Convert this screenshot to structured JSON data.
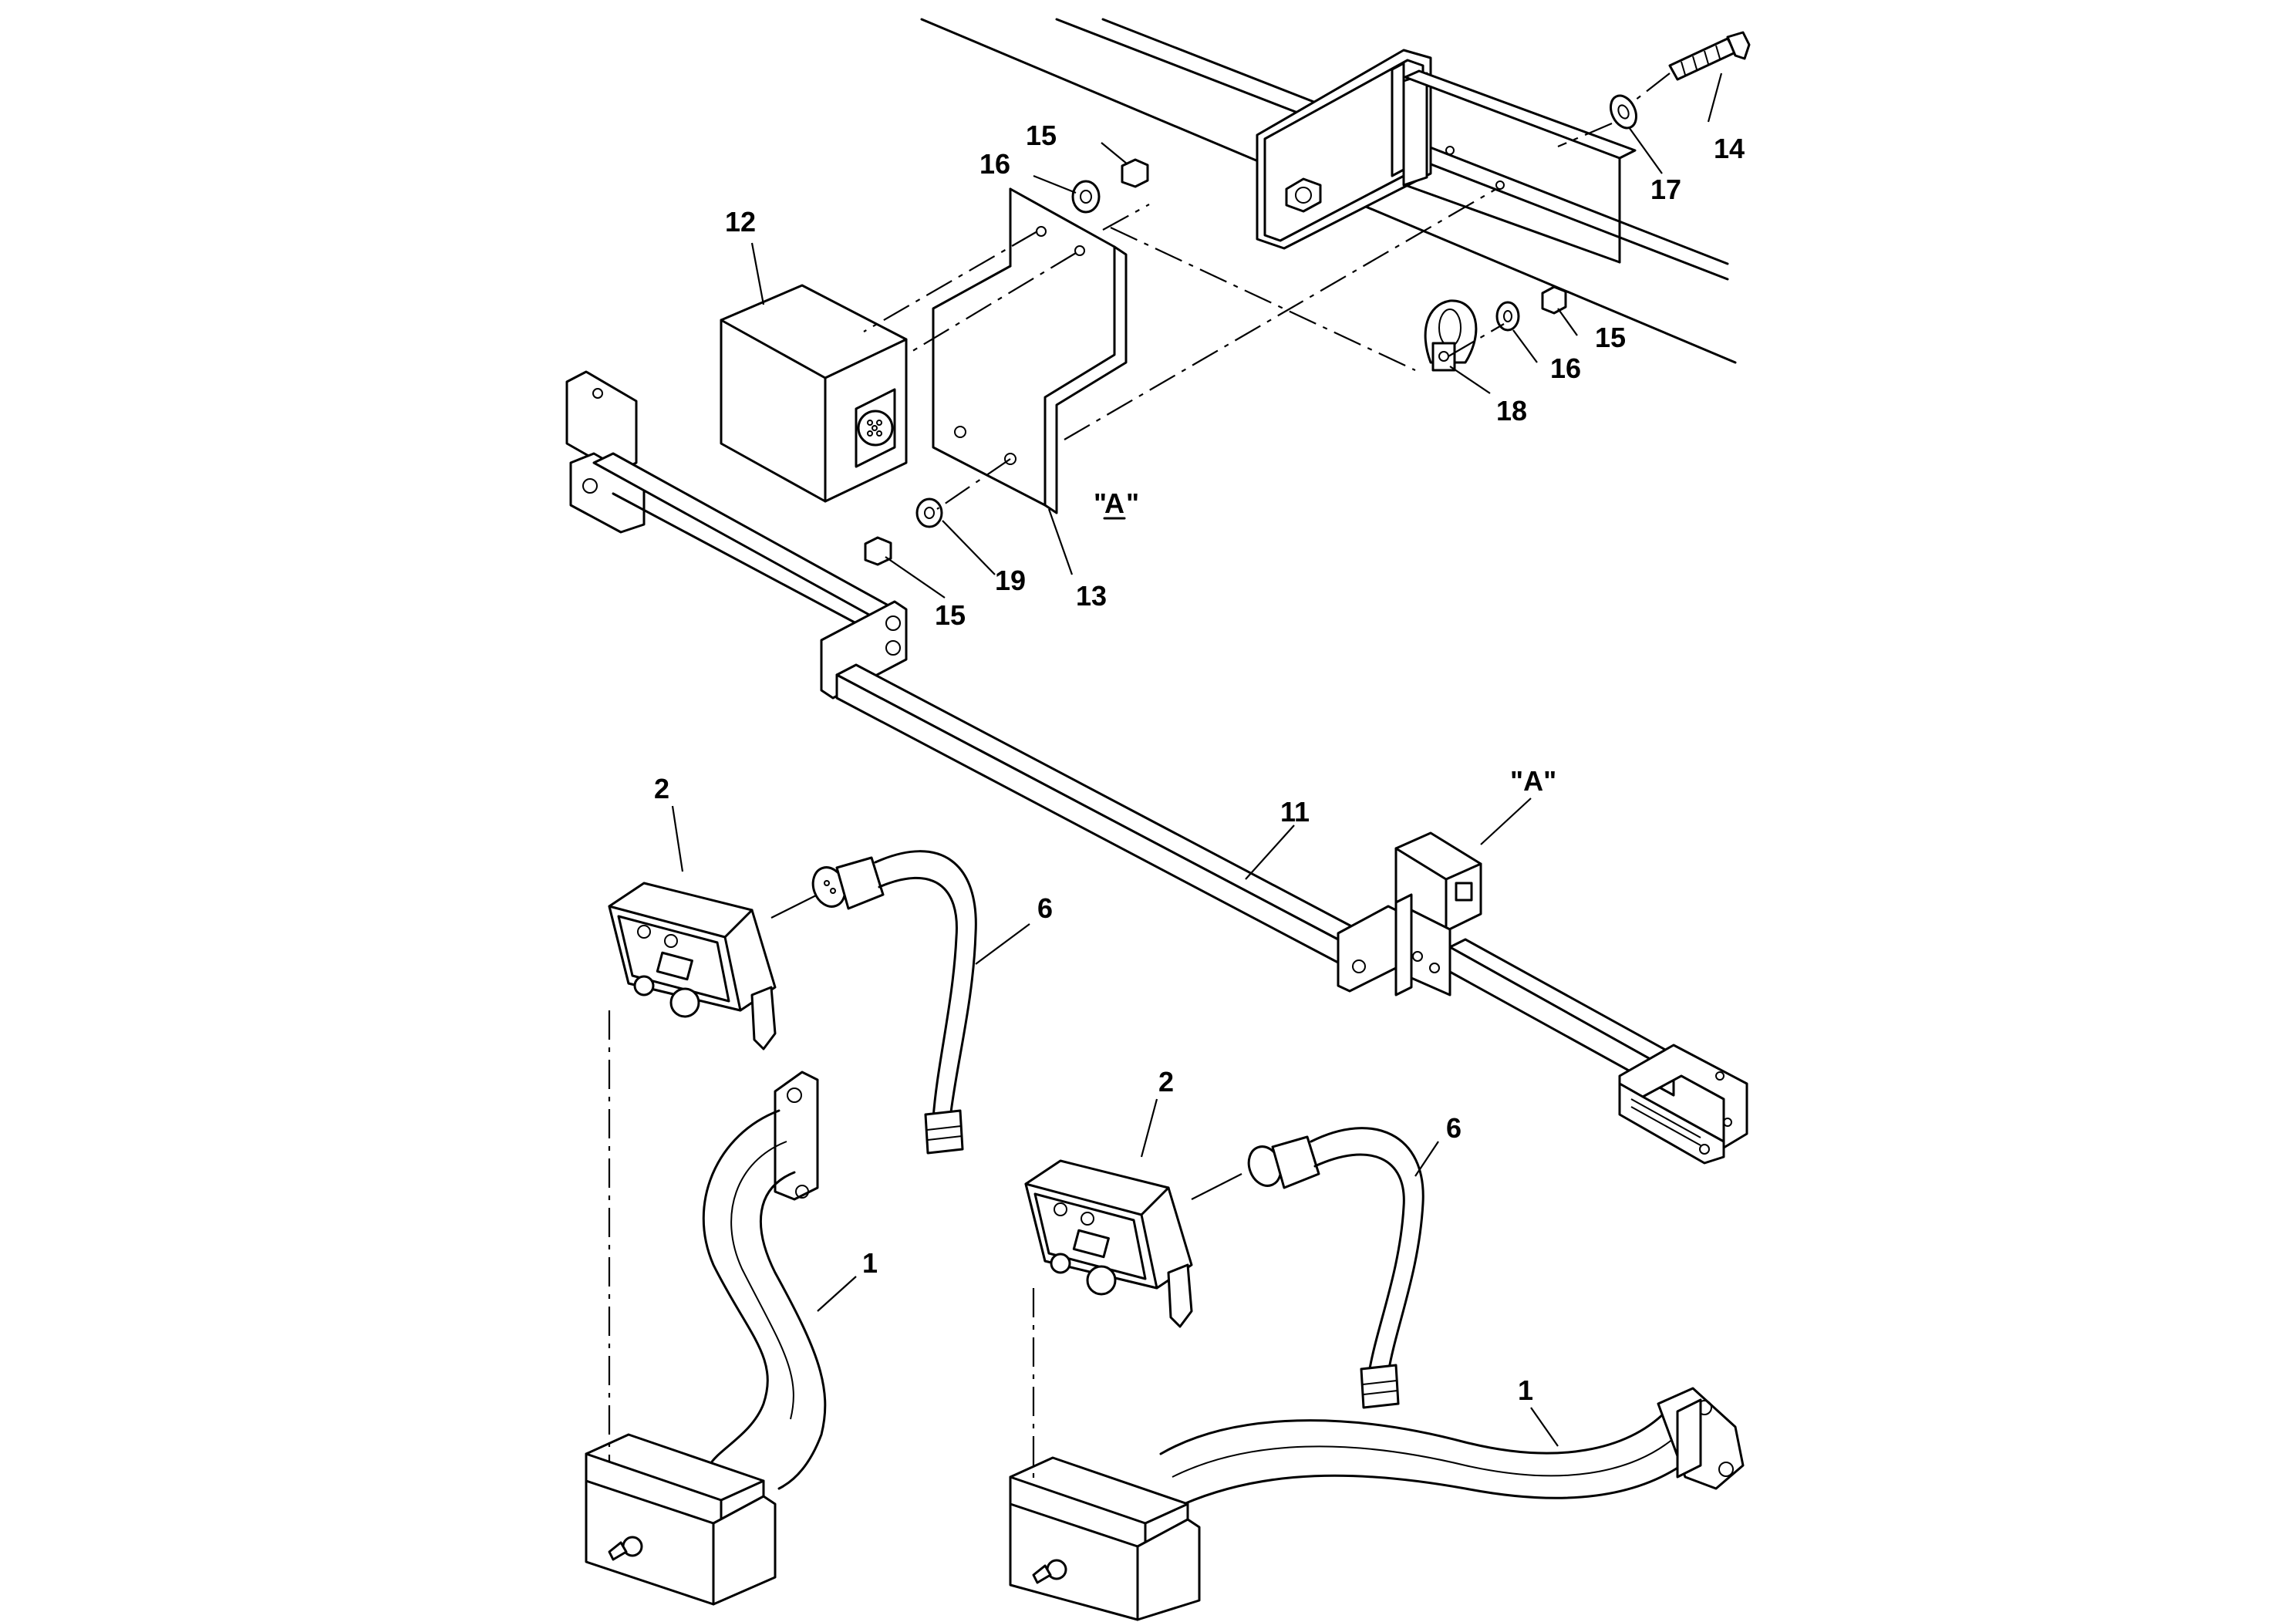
{
  "callouts": {
    "c14": "14",
    "c15a": "15",
    "c15b": "15",
    "c15c": "15",
    "c16a": "16",
    "c16b": "16",
    "c17": "17",
    "c18": "18",
    "c19": "19",
    "c12": "12",
    "c13": "13",
    "c11": "11",
    "c2a": "2",
    "c2b": "2",
    "c6a": "6",
    "c6b": "6",
    "c1a": "1",
    "c1b": "1"
  },
  "detail_labels": {
    "detail_a_ref": "\"A\"",
    "detail_a_view": "A"
  }
}
